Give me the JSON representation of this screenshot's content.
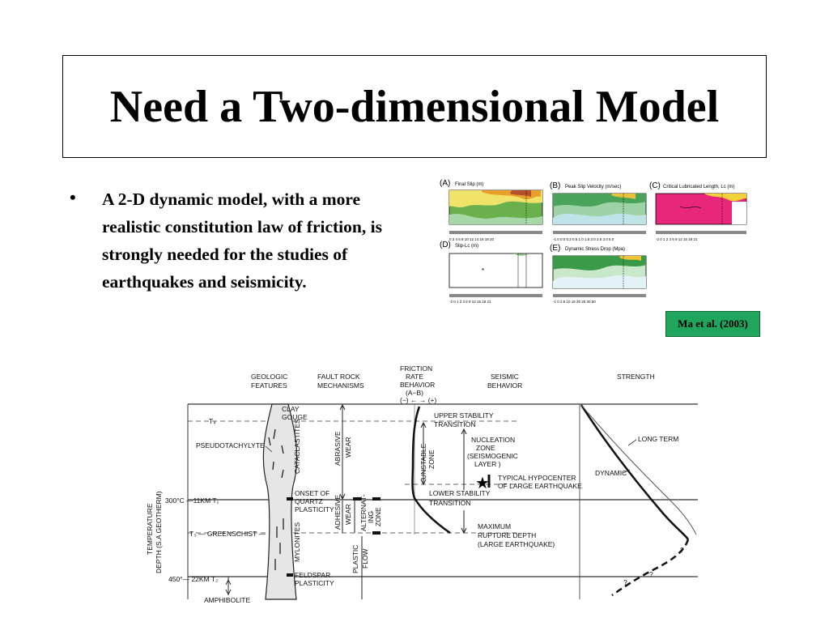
{
  "slide": {
    "title": "Need a Two-dimensional Model",
    "bullet_char": "•",
    "bullet_text": "A 2-D dynamic model, with a more realistic constitution law of friction, is strongly needed for the studies of earthquakes and seismicity.",
    "citation": "Ma et al. (2003)"
  },
  "panels": [
    {
      "letter": "(A)",
      "title": "Final Slip (m)",
      "scale": "0 2 4 6 8 10 12 14 16 18 20"
    },
    {
      "letter": "(B)",
      "title": "Peak Slip Velocity (m/sec)",
      "scale": "-1.0 0.0 0.2 0.5 1.0 1.5 2.0 2.5 3.0 5.0"
    },
    {
      "letter": "(C)",
      "title": "Critical Lubricated Length, Lc (m)",
      "scale": "-2 0 1 2 3 6 9 12 15 18 21"
    },
    {
      "letter": "(D)",
      "title": "Slip-Lc (m)",
      "scale": "-2 0 1 2 3 6 9 12 15 18 21"
    },
    {
      "letter": "(E)",
      "title": "Dynamic Stress Drop (Mpa)",
      "scale": "-1 0 2 5 10 15 20 25 30 50"
    }
  ],
  "diagram": {
    "headers": {
      "geologic": [
        "GEOLOGIC",
        "FEATURES"
      ],
      "fault_rock": [
        "FAULT ROCK",
        "MECHANISMS"
      ],
      "friction": [
        "FRICTION",
        "RATE",
        "BEHAVIOR",
        "(A−B)",
        "(−) ← → (+)"
      ],
      "seismic": [
        "SEISMIC",
        "BEHAVIOR"
      ],
      "strength": "STRENGTH"
    },
    "left_axis": [
      "TEMPERATURE",
      "DEPTH (S.A GEOTHERM)"
    ],
    "depth_labels": {
      "t4": "T₄",
      "t1": "300°C —11KM T₁",
      "t3": "T₃ — GREENSCHIST —",
      "t2": "450°— 22KM T₂",
      "amphibolite": "AMPHIBOLITE"
    },
    "geologic_labels": {
      "clay_gouge": [
        "CLAY",
        "GOUGE"
      ],
      "pseudotachylyte": "PSEUDOTACHYLYTE",
      "cataclastites": "CATACLASTITES",
      "mylonites": "MYLONITES",
      "onset": [
        "ONSET OF",
        "QUARTZ",
        "PLASTICITY"
      ],
      "feldspar": [
        "FELDSPAR",
        "PLASTICITY"
      ]
    },
    "mechanism_labels": {
      "abrasive": [
        "ABRASIVE",
        "WEAR"
      ],
      "adhesive": [
        "ADHESIVE",
        "WEAR"
      ],
      "alternating": [
        "ALTERNAT-",
        "ING",
        "ZONE"
      ],
      "plastic": [
        "PLASTIC",
        "FLOW"
      ],
      "unstable": [
        "UNSTABLE",
        "ZONE"
      ]
    },
    "seismic_labels": {
      "upper": [
        "UPPER STABILITY",
        "TRANSITION"
      ],
      "nucleation": [
        "NUCLEATION",
        "ZONE",
        "(SEISMOGENIC",
        "LAYER )"
      ],
      "hypocenter": [
        "TYPICAL HYPOCENTER",
        "OF LARGE EARTHQUAKE"
      ],
      "lower": [
        "LOWER STABILITY",
        "TRANSITION"
      ],
      "rupture": [
        "MAXIMUM",
        "RUPTURE DEPTH",
        "(LARGE EARTHQUAKE)"
      ]
    },
    "strength_labels": {
      "long_term": "LONG TERM",
      "dynamic": "DYNAMIC",
      "question": "?"
    }
  }
}
